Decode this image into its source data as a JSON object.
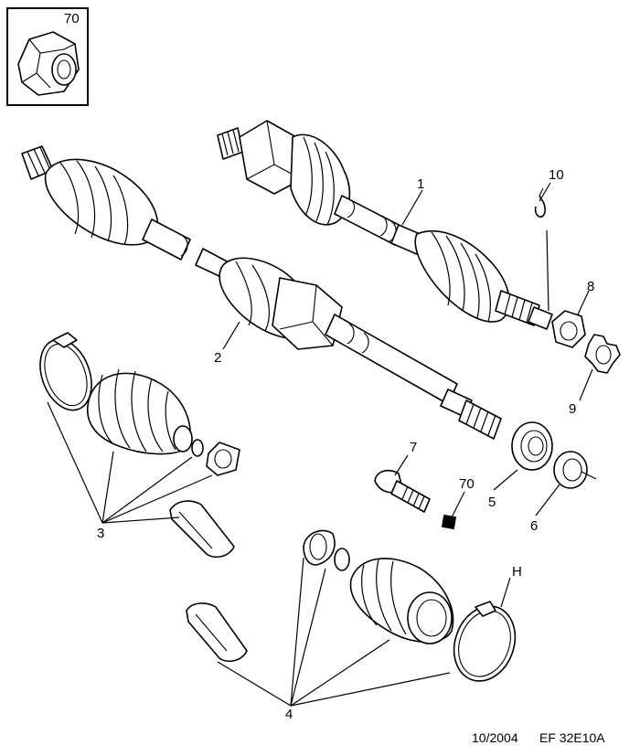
{
  "inset": {
    "ref": "70"
  },
  "callouts": {
    "c1": "1",
    "c2": "2",
    "c3": "3",
    "c4": "4",
    "c5": "5",
    "c6": "6",
    "c7": "7",
    "c8": "8",
    "c9": "9",
    "c10": "10",
    "c70": "70",
    "cH": "H"
  },
  "footer": {
    "date": "10/2004",
    "code": "EF 32E10A"
  }
}
